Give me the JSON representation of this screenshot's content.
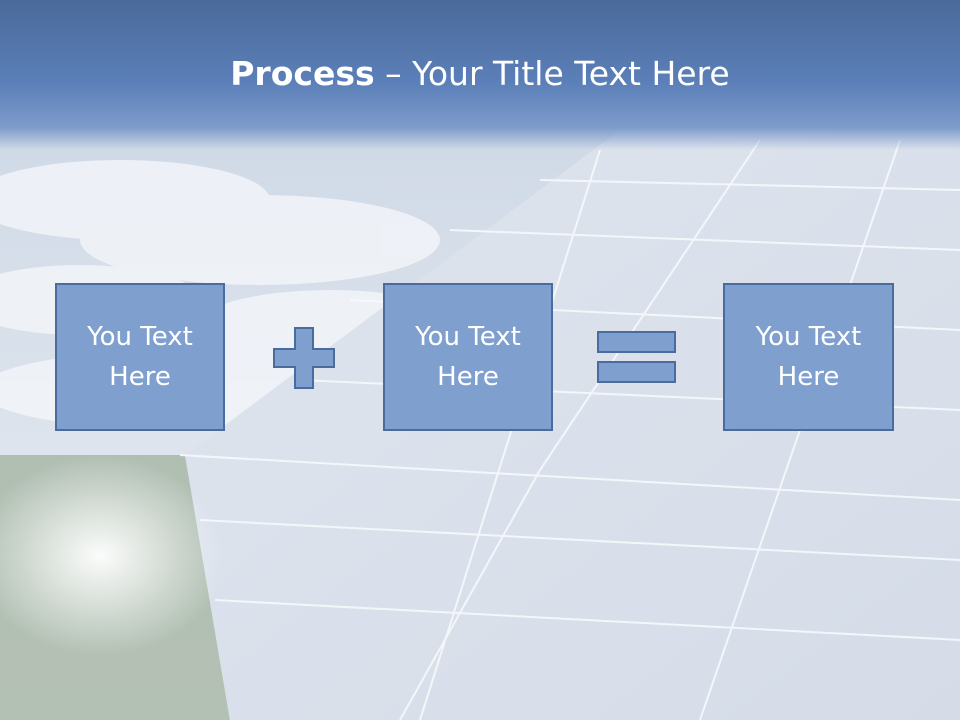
{
  "title": {
    "bold": "Process",
    "rest": " – Your Title Text Here"
  },
  "boxes": [
    {
      "text": "You Text Here"
    },
    {
      "text": "You Text Here"
    },
    {
      "text": "You Text Here"
    }
  ],
  "operators": [
    "plus-icon",
    "equals-icon"
  ],
  "colors": {
    "header": "#5b7fb8",
    "box_fill": "#7f9fcf",
    "box_border": "#4a6b9e",
    "text": "#ffffff"
  }
}
